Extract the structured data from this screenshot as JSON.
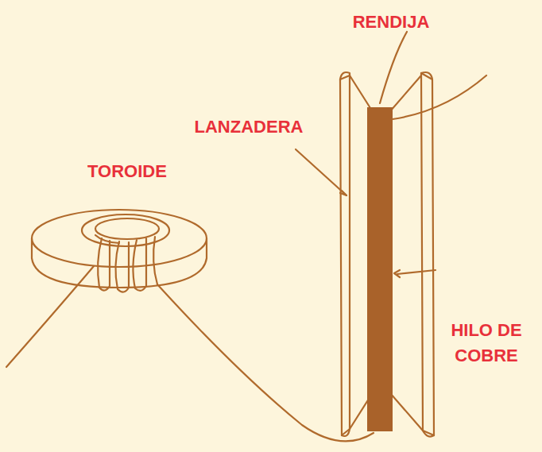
{
  "diagram": {
    "labels": [
      "TOROIDE",
      "LANZADERA",
      "RENDIJA",
      "HILO DE COBRE"
    ]
  }
}
